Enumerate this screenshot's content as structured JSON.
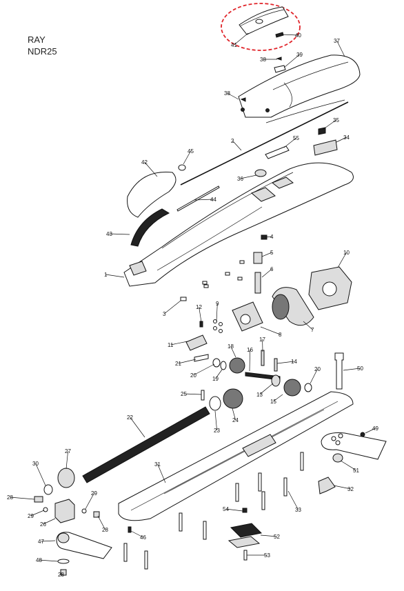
{
  "header": {
    "model": "RAY",
    "code": "NDR25"
  },
  "highlight_color": "#e0242a",
  "labels": [
    "1",
    "2",
    "3",
    "4",
    "5",
    "6",
    "7",
    "8",
    "9",
    "10",
    "11",
    "12",
    "13",
    "14",
    "15",
    "16",
    "17",
    "18",
    "19",
    "20",
    "20",
    "21",
    "22",
    "23",
    "24",
    "25",
    "26",
    "27",
    "28",
    "28",
    "28",
    "29",
    "29",
    "30",
    "31",
    "32",
    "33",
    "34",
    "35",
    "36",
    "37",
    "38",
    "38",
    "39",
    "40",
    "41",
    "42",
    "43",
    "44",
    "45",
    "46",
    "47",
    "48",
    "49",
    "50",
    "51",
    "52",
    "53",
    "54",
    "55"
  ]
}
